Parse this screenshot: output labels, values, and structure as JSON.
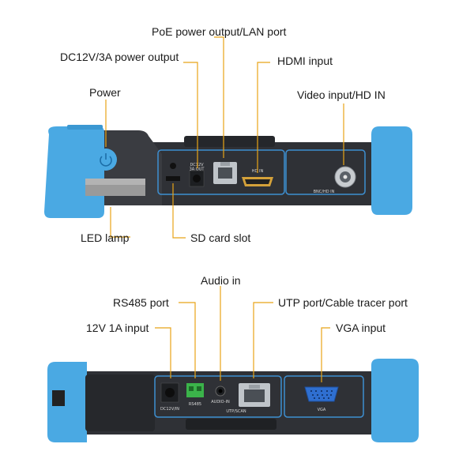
{
  "top": {
    "labels": {
      "poe": "PoE power output/LAN port",
      "dc_out": "DC12V/3A power output",
      "hdmi": "HDMI input",
      "power": "Power",
      "video": "Video input/HD IN",
      "led": "LED lamp",
      "sd": "SD card slot"
    },
    "device_text": {
      "dc_out": "DC12V\n3A OUT",
      "hdmi": "HD IN",
      "video": "BNC/HD IN"
    }
  },
  "bottom": {
    "labels": {
      "audio": "Audio in",
      "rs485": "RS485 port",
      "utp": "UTP port/Cable tracer port",
      "dc_in": "12V 1A input",
      "vga": "VGA input"
    },
    "device_text": {
      "dc_in": "DC12V/IN",
      "rs485": "RS485",
      "audio": "AUDIO-IN",
      "utp": "UTP/SCAN",
      "vga": "VGA"
    }
  },
  "colors": {
    "bumper": "#4aa9e3",
    "body": "#2f3136",
    "panel_edge": "#3d8fd1",
    "leader": "#e8a317",
    "port": "#bfc4c9",
    "terminal": "#3bb34a"
  }
}
